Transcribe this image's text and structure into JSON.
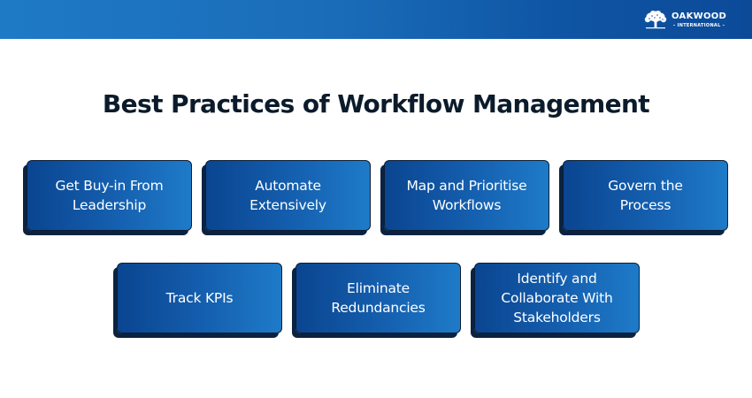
{
  "header": {
    "brand": {
      "name": "OAKWOOD",
      "subtitle": "– INTERNATIONAL –",
      "icon": "oak-tree-icon"
    },
    "gradient": [
      "#1f7ac6",
      "#0c4a98"
    ]
  },
  "title": "Best Practices of Workflow Management",
  "cards": [
    {
      "label": "Get Buy-in From\nLeadership"
    },
    {
      "label": "Automate\nExtensively"
    },
    {
      "label": "Map and Prioritise\nWorkflows"
    },
    {
      "label": "Govern the\nProcess"
    },
    {
      "label": "Track KPIs"
    },
    {
      "label": "Eliminate\nRedundancies"
    },
    {
      "label": "Identify and\nCollaborate With\nStakeholders"
    }
  ],
  "colors": {
    "title": "#0b1b2b",
    "card_gradient_start": "#0a4590",
    "card_gradient_end": "#1e7bc8",
    "card_shadow": "#0b2341",
    "card_border": "#0a1d36",
    "card_text": "#ffffff"
  }
}
